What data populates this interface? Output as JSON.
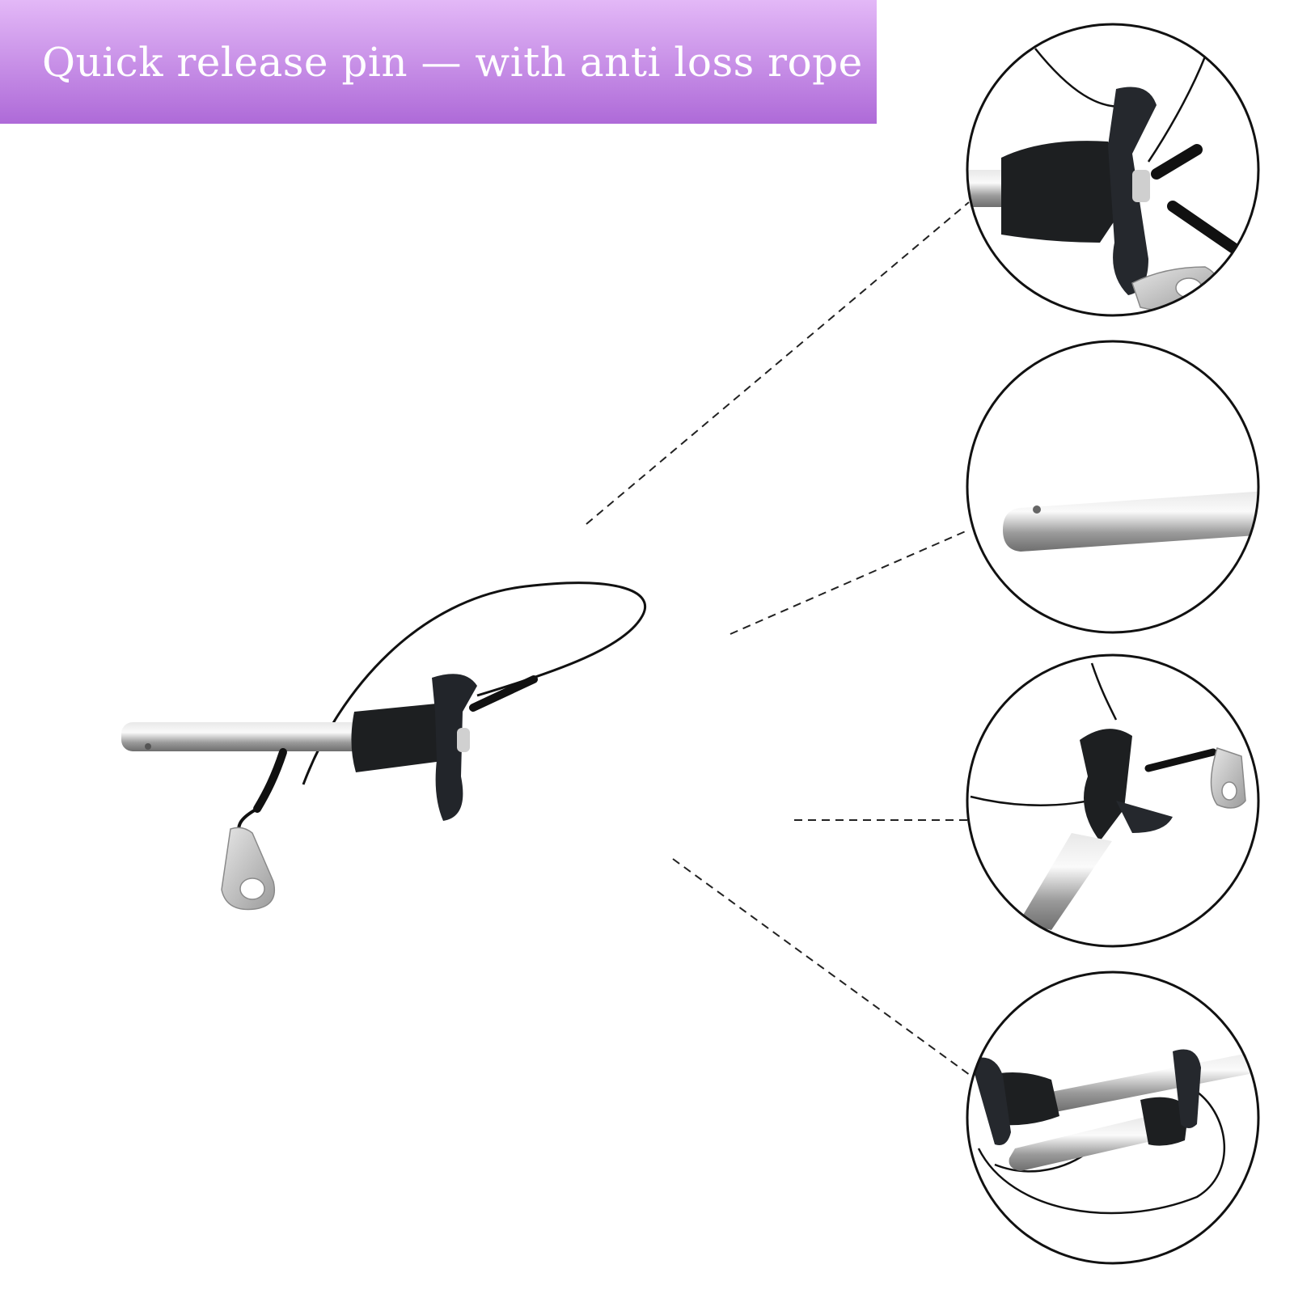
{
  "banner": {
    "title": "Quick release pin — with anti loss rope",
    "gradient_start": "#e3b8f7",
    "gradient_end": "#ae6ad8"
  },
  "product": {
    "pin_color": "#b7b7b7",
    "handle_color": "#1d1f21",
    "cable_color": "#111111",
    "tab_color": "#c4c4c4"
  },
  "details": [
    {
      "name": "handle-closeup"
    },
    {
      "name": "pin-tip-closeup"
    },
    {
      "name": "cable-tab-closeup"
    },
    {
      "name": "pair-closeup"
    }
  ]
}
